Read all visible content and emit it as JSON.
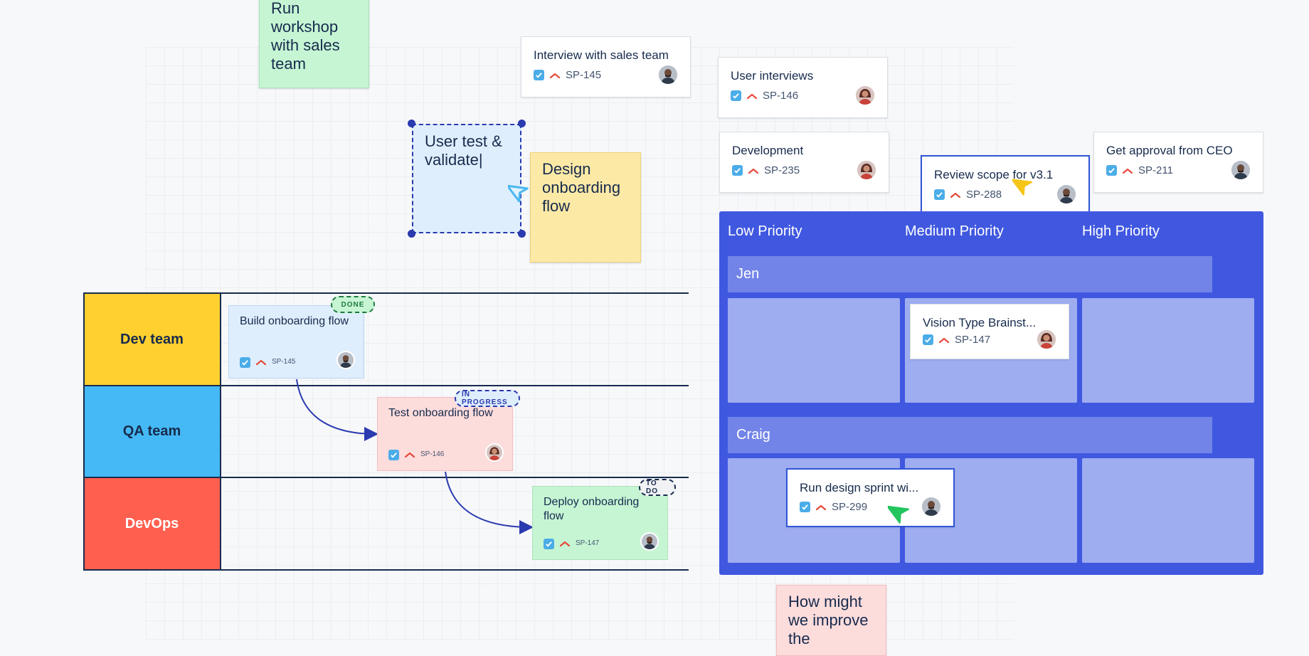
{
  "stickies": {
    "workshop": "Run workshop with sales team",
    "user_test": "User test & validate|",
    "design": "Design onboarding flow",
    "how_might": "How might we improve the"
  },
  "cards": {
    "interview_sales": {
      "title": "Interview with sales team",
      "key": "SP-145"
    },
    "user_interviews": {
      "title": "User interviews",
      "key": "SP-146"
    },
    "development": {
      "title": "Development",
      "key": "SP-235"
    },
    "review_scope": {
      "title": "Review scope for v3.1",
      "key": "SP-288"
    },
    "ceo_approval": {
      "title": "Get approval from CEO",
      "key": "SP-211"
    }
  },
  "swimlanes": {
    "lanes": [
      "Dev team",
      "QA team",
      "DevOps"
    ],
    "items": [
      {
        "title": "Build onboarding flow",
        "key": "SP-145",
        "status": "DONE"
      },
      {
        "title": "Test onboarding flow",
        "key": "SP-146",
        "status": "IN PROGRESS"
      },
      {
        "title": "Deploy onboarding flow",
        "key": "SP-147",
        "status": "TO DO"
      }
    ]
  },
  "board": {
    "columns": [
      "Low Priority",
      "Medium Priority",
      "High Priority"
    ],
    "rows": [
      "Jen",
      "Craig"
    ],
    "cards": [
      {
        "title": "Vision Type Brainst...",
        "key": "SP-147"
      },
      {
        "title": "Run design sprint wi...",
        "key": "SP-299"
      }
    ]
  },
  "colors": {
    "board_bg": "#4058e0",
    "dev_lane": "#ffd02f",
    "qa_lane": "#45b9f5",
    "devops_lane": "#ff5f4f",
    "sticky_green": "#c6f5d4",
    "sticky_blue": "#dfeefd",
    "sticky_yellow": "#fde9a6",
    "sticky_pink": "#fddcdc",
    "priority_red": "#e5493a",
    "checkbox_blue": "#4bade8",
    "cursor_blue": "#4bb8f0",
    "cursor_yellow": "#f5c518",
    "cursor_green": "#22c55e"
  },
  "icons": [
    "checkbox-icon",
    "priority-major-icon",
    "avatar-man",
    "avatar-woman",
    "cursor-arrow-icon"
  ]
}
